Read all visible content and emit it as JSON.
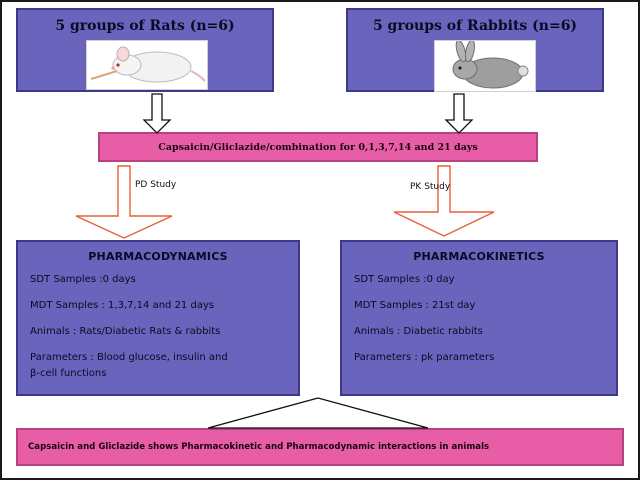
{
  "groups": {
    "rats": {
      "title": "5 groups of Rats (n=6)",
      "image_icon": "rat-image"
    },
    "rabbits": {
      "title": "5 groups of Rabbits (n=6)",
      "image_icon": "rabbit-image"
    }
  },
  "treatment": {
    "text": "Capsaicin/Gliclazide/combination for 0,1,3,7,14 and 21 days"
  },
  "studies": {
    "pd_label": "PD Study",
    "pk_label": "PK  Study"
  },
  "pharmacodynamics": {
    "title": "PHARMACODYNAMICS",
    "lines": [
      "SDT Samples :0 days",
      "MDT Samples : 1,3,7,14 and 21 days",
      "Animals : Rats/Diabetic Rats & rabbits",
      "Parameters : Blood glucose, insulin and",
      "β-cell functions"
    ]
  },
  "pharmacokinetics": {
    "title": "PHARMACOKINETICS",
    "lines": [
      "SDT Samples :0 day",
      "MDT Samples : 21st  day",
      "Animals : Diabetic rabbits",
      "Parameters : pk parameters"
    ]
  },
  "conclusion": {
    "text": "Capsaicin and Gliclazide shows Pharmacokinetic and Pharmacodynamic interactions in animals"
  },
  "colors": {
    "box_blue": "#6a64bd",
    "box_pink": "#e85ea6",
    "arrow_orange": "#e8603c"
  }
}
